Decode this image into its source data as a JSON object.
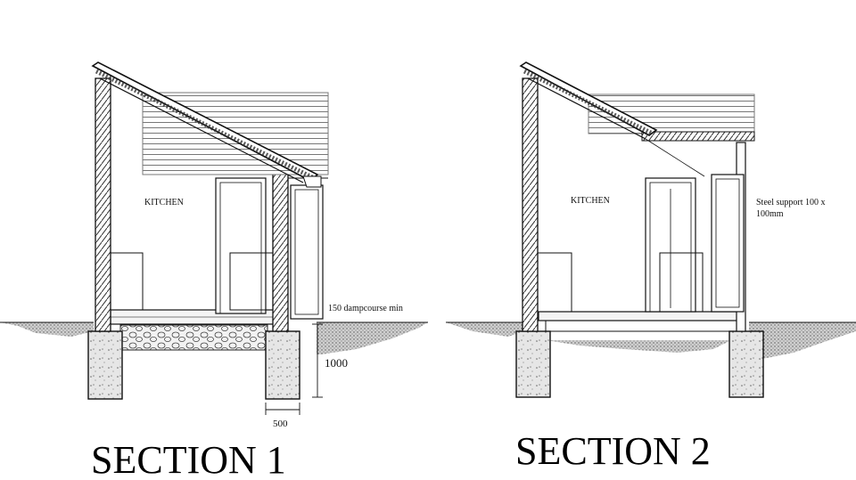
{
  "section1": {
    "title": "SECTION 1",
    "room_label": "KITCHEN",
    "dampcourse_note": "150 dampcourse min",
    "footing_depth": "1000",
    "footing_width": "500"
  },
  "section2": {
    "title": "SECTION 2",
    "room_label": "KITCHEN",
    "steel_note_line1": "Steel support 100 x",
    "steel_note_line2": "100mm"
  },
  "colors": {
    "line": "#111111",
    "hatch": "#555555",
    "concrete": "#d9d9d9",
    "siding": "#7a7a7a"
  }
}
